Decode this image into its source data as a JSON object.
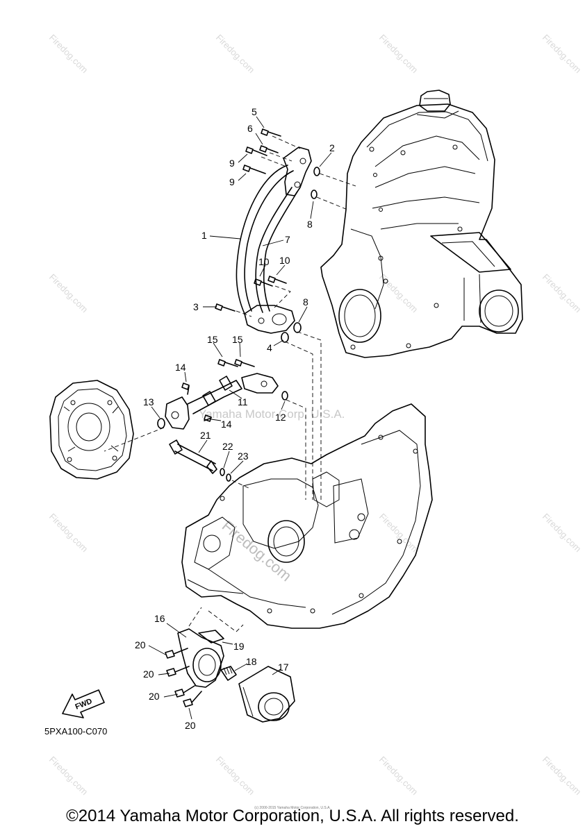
{
  "watermark": {
    "site": "Firedog.com",
    "center": "Yamaha Motor Corp, U.S.A."
  },
  "fwd_label": "FWD",
  "diagram_code": "5PXA100-C070",
  "callouts": [
    {
      "id": "c5",
      "text": "5"
    },
    {
      "id": "c6",
      "text": "6"
    },
    {
      "id": "c9a",
      "text": "9"
    },
    {
      "id": "c9b",
      "text": "9"
    },
    {
      "id": "c2",
      "text": "2"
    },
    {
      "id": "c8a",
      "text": "8"
    },
    {
      "id": "c1",
      "text": "1"
    },
    {
      "id": "c7",
      "text": "7"
    },
    {
      "id": "c10a",
      "text": "10"
    },
    {
      "id": "c10b",
      "text": "10"
    },
    {
      "id": "c3",
      "text": "3"
    },
    {
      "id": "c8b",
      "text": "8"
    },
    {
      "id": "c4",
      "text": "4"
    },
    {
      "id": "c15a",
      "text": "15"
    },
    {
      "id": "c15b",
      "text": "15"
    },
    {
      "id": "c14a",
      "text": "14"
    },
    {
      "id": "c11",
      "text": "11"
    },
    {
      "id": "c12",
      "text": "12"
    },
    {
      "id": "c13",
      "text": "13"
    },
    {
      "id": "c14b",
      "text": "14"
    },
    {
      "id": "c21",
      "text": "21"
    },
    {
      "id": "c22",
      "text": "22"
    },
    {
      "id": "c23",
      "text": "23"
    },
    {
      "id": "c16",
      "text": "16"
    },
    {
      "id": "c19",
      "text": "19"
    },
    {
      "id": "c20a",
      "text": "20"
    },
    {
      "id": "c18",
      "text": "18"
    },
    {
      "id": "c17",
      "text": "17"
    },
    {
      "id": "c20b",
      "text": "20"
    },
    {
      "id": "c20c",
      "text": "20"
    },
    {
      "id": "c20d",
      "text": "20"
    }
  ],
  "tiny_credit": "(c) 2000-2015 Yamaha Motor Corporation, U.S.A.",
  "copyright": "©2014 Yamaha Motor Corporation, U.S.A. All rights reserved."
}
